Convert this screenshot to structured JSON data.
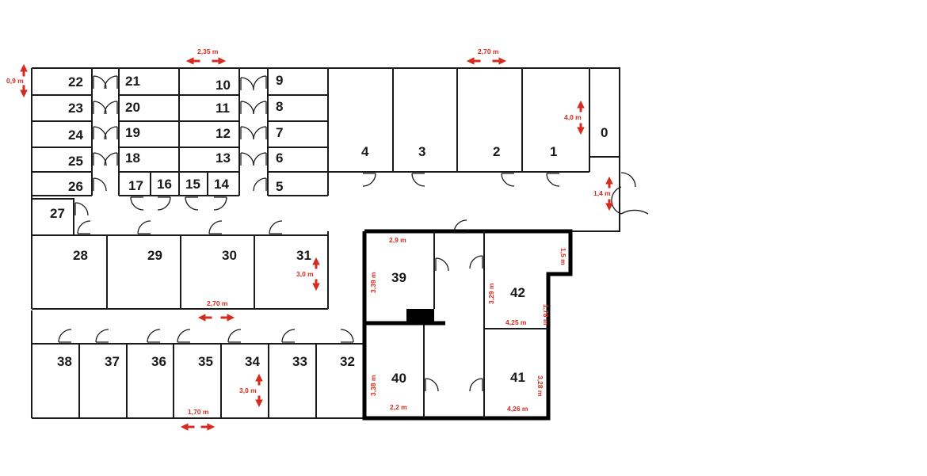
{
  "rooms": {
    "r0": "0",
    "r1": "1",
    "r2": "2",
    "r3": "3",
    "r4": "4",
    "r5": "5",
    "r6": "6",
    "r7": "7",
    "r8": "8",
    "r9": "9",
    "r10": "10",
    "r11": "11",
    "r12": "12",
    "r13": "13",
    "r14": "14",
    "r15": "15",
    "r16": "16",
    "r17": "17",
    "r18": "18",
    "r19": "19",
    "r20": "20",
    "r21": "21",
    "r22": "22",
    "r23": "23",
    "r24": "24",
    "r25": "25",
    "r26": "26",
    "r27": "27",
    "r28": "28",
    "r29": "29",
    "r30": "30",
    "r31": "31",
    "r32": "32",
    "r33": "33",
    "r34": "34",
    "r35": "35",
    "r36": "36",
    "r37": "37",
    "r38": "38",
    "r39": "39",
    "r40": "40",
    "r41": "41",
    "r42": "42"
  },
  "dimensions": {
    "d_235": "2,35 m",
    "d_270_top": "2,70 m",
    "d_09": "0,9 m",
    "d_40": "4,0 m",
    "d_14": "1,4 m",
    "d_30_31": "3,0 m",
    "d_270_mid": "2,70 m",
    "d_30_34": "3,0 m",
    "d_170": "1,70 m",
    "d_29": "2,9 m",
    "d_339": "3,39 m",
    "d_15": "1,5 m",
    "d_329": "3,29 m",
    "d_178": "1,78 m",
    "d_425": "4,25 m",
    "d_338": "3,38 m",
    "d_22": "2,2 m",
    "d_328": "3,28 m",
    "d_426": "4,26 m"
  },
  "colors": {
    "wall": "#1a1a1a",
    "dimension": "#d62b1f",
    "background": "#ffffff"
  }
}
